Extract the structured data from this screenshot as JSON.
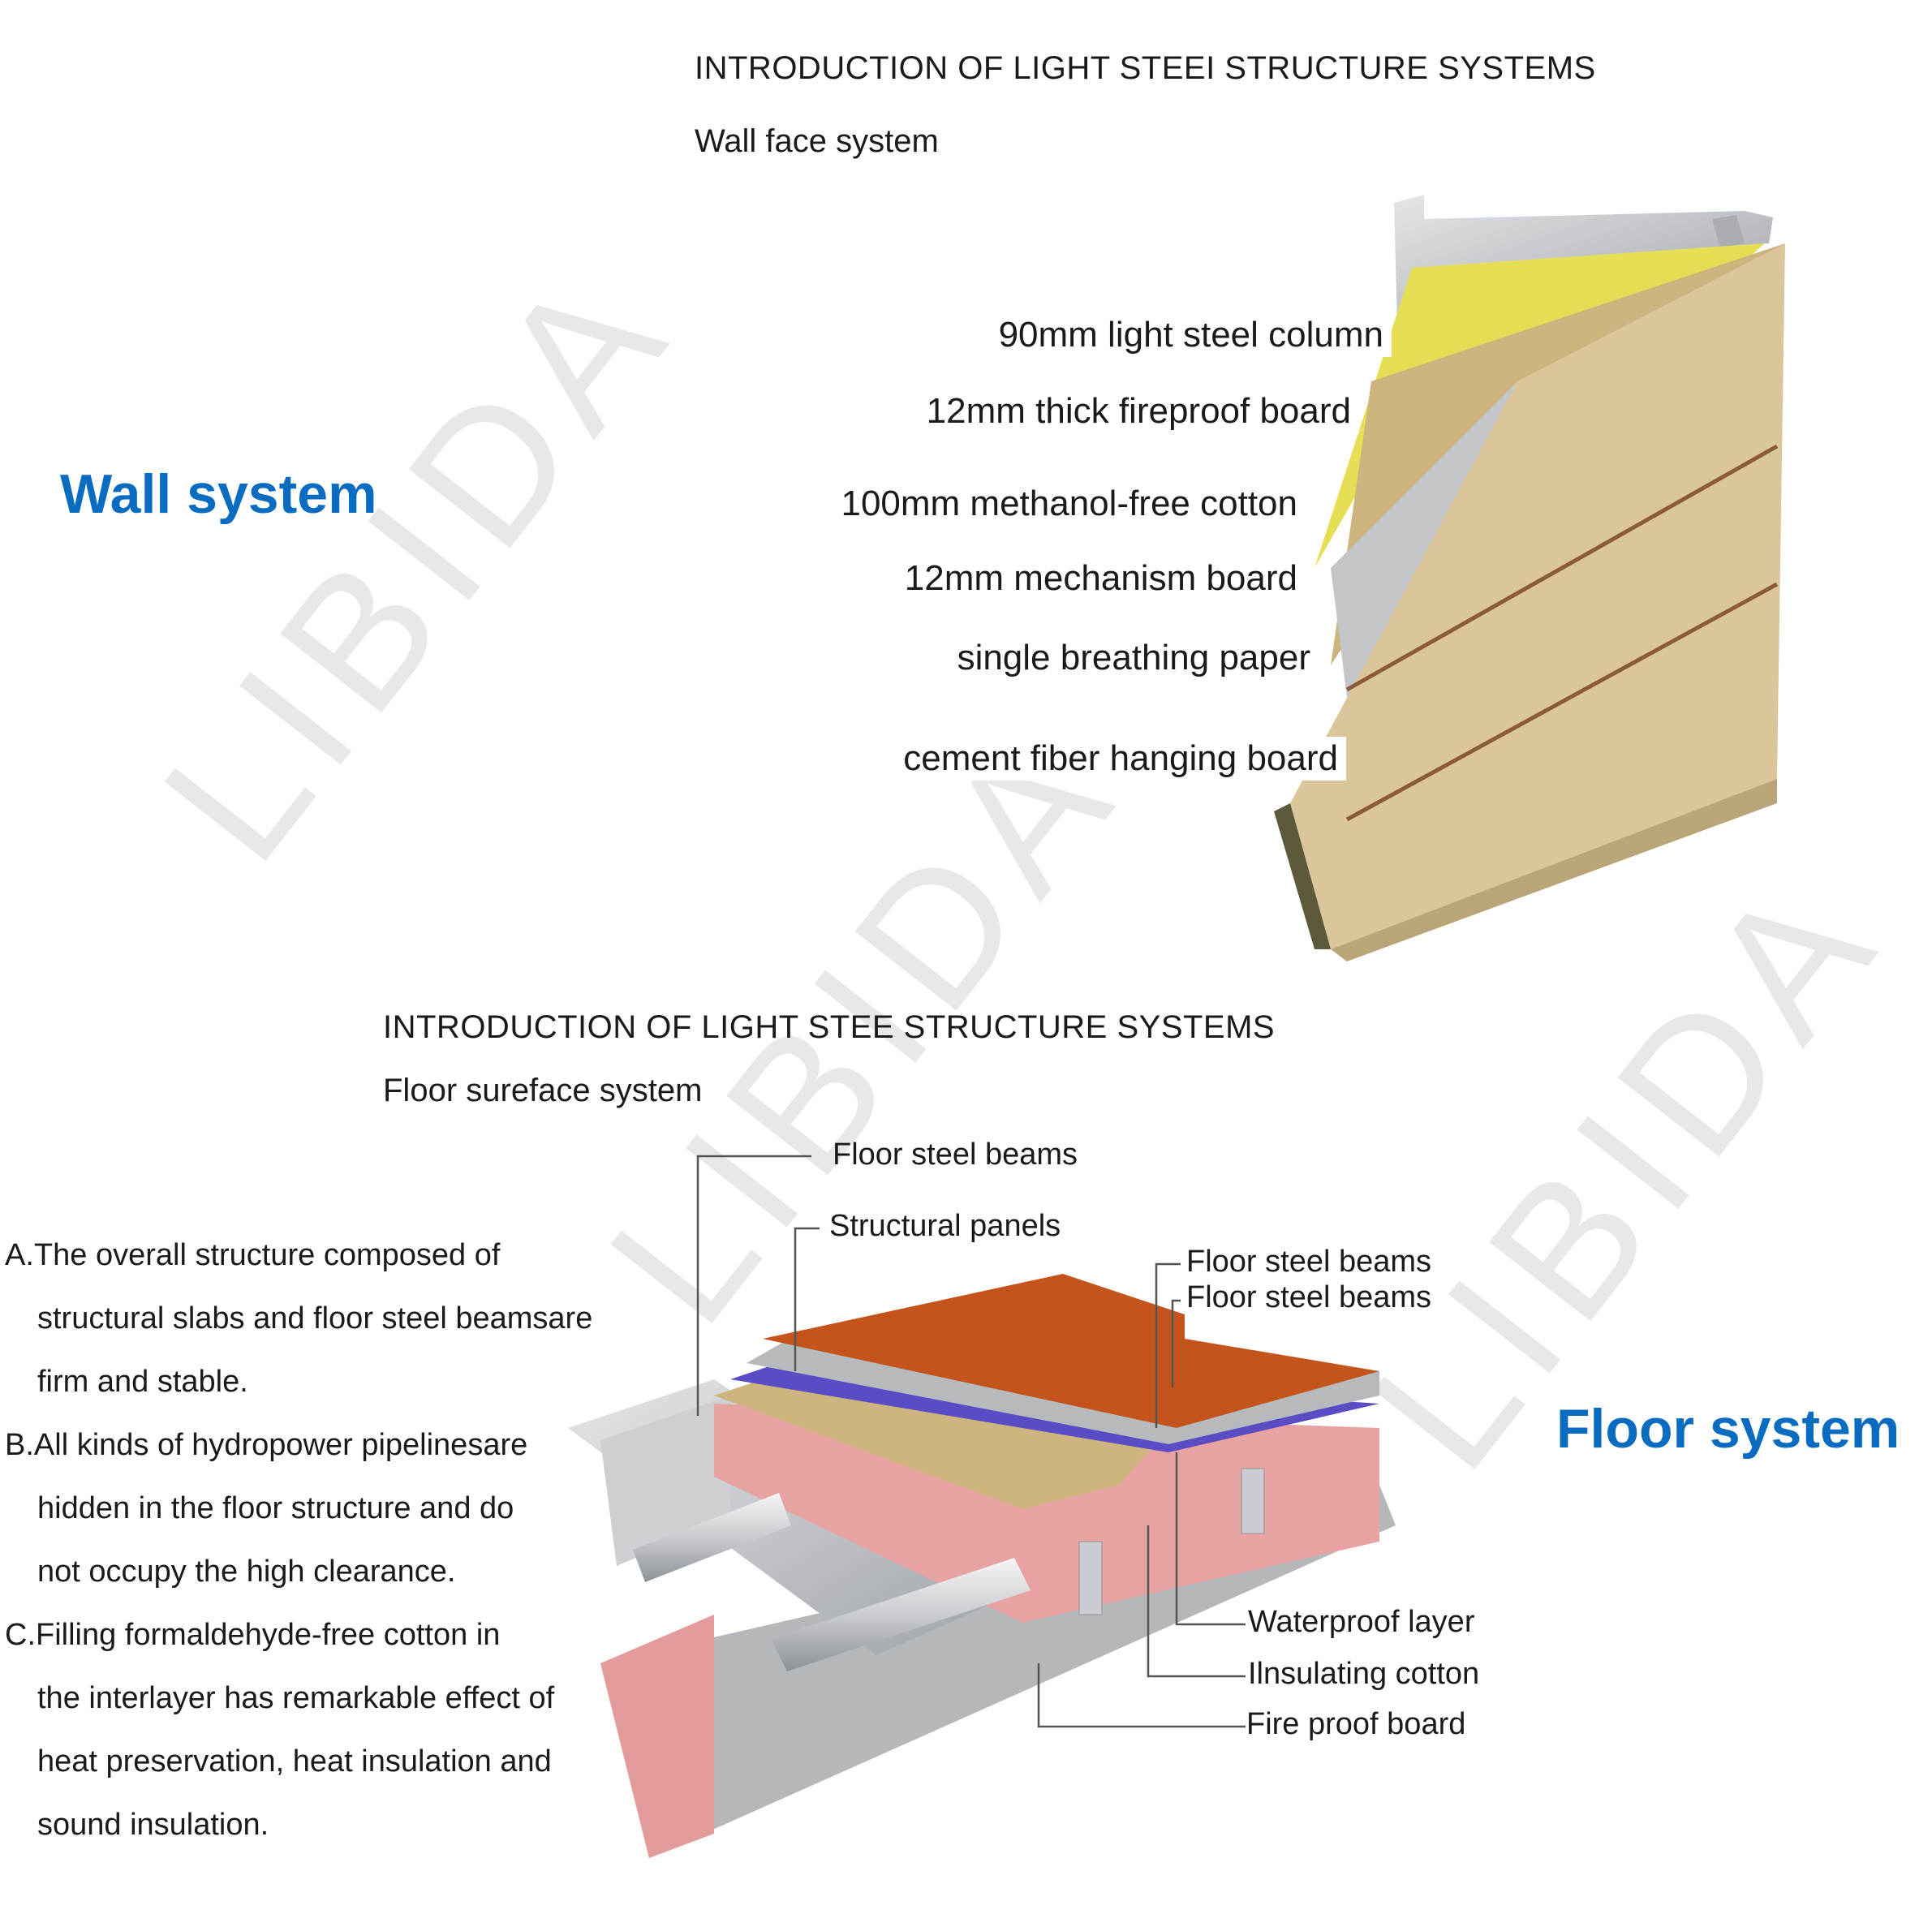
{
  "wall": {
    "heading": "INTRODUCTION OF LIGHT STEEI STRUCTURE SYSTEMS",
    "subheading": "Wall face system",
    "side_title": "Wall system",
    "labels": [
      "90mm light steel column",
      "12mm thick fireproof board",
      "100mm methanol-free cotton",
      "12mm mechanism board",
      "single breathing paper",
      "cement fiber hanging board"
    ]
  },
  "floor": {
    "heading": "INTRODUCTION OF LIGHT STEE STRUCTURE SYSTEMS",
    "subheading": "Floor sureface system",
    "side_title": "Floor system",
    "labels_top": [
      "Floor steel beams",
      "Structural panels",
      "Floor steel beams",
      "Floor steel beams"
    ],
    "labels_bottom": [
      "Waterproof layer",
      "Ilnsulating cotton",
      "Fire proof board"
    ],
    "description": [
      {
        "first": "A.The overall structure composed of",
        "rest": [
          "structural slabs and floor steel beamsare",
          "firm and stable."
        ]
      },
      {
        "first": "B.All kinds of hydropower pipelinesare",
        "rest": [
          "hidden in the floor structure and do",
          "not occupy the high clearance."
        ]
      },
      {
        "first": "C.Filling formaldehyde-free cotton in",
        "rest": [
          "the interlayer has remarkable effect of",
          "heat preservation, heat insulation and",
          "sound insulation."
        ]
      }
    ]
  },
  "watermark": "LIBIDA",
  "colors": {
    "accent_blue": "#0a6cc0",
    "wood_siding": "#d9c49a",
    "insulation_yellow": "#e8e04a",
    "osb": "#cdb47e",
    "floor_wood": "#c4541c",
    "pink_cotton": "#e9a0a0",
    "waterproof_purple": "#5a4cc4",
    "steel_grey": "#b8bcc0"
  }
}
